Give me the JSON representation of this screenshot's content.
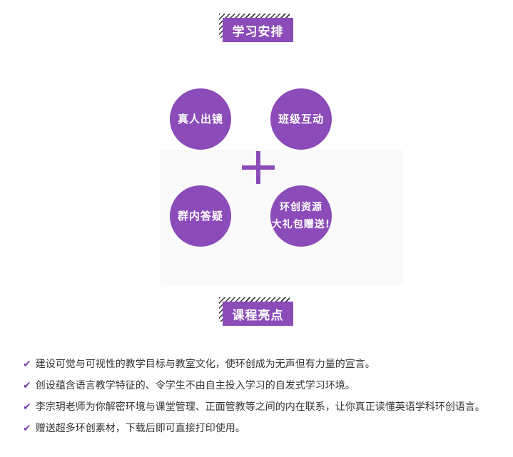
{
  "section1": {
    "title": "学习安排"
  },
  "features": [
    {
      "lines": [
        "真人出镜"
      ]
    },
    {
      "lines": [
        "班级互动"
      ]
    },
    {
      "lines": [
        "群内答疑"
      ]
    },
    {
      "lines": [
        "环创资源",
        "大礼包赠送!"
      ]
    }
  ],
  "section2": {
    "title": "课程亮点"
  },
  "highlights": [
    "建设可觉与可视性的教学目标与教室文化，使环创成为无声但有力量的宣言。",
    "创设蕴含语言教学特征的、令学生不由自主投入学习的自发式学习环境。",
    "李宗玥老师为你解密环境与课堂管理、正面管教等之间的内在联系，让你真正读懂英语学科环创语言。",
    "赠送超多环创素材，下载后即可直接打印使用。"
  ],
  "check_icon": "✔",
  "accent": "#8b4bb8"
}
